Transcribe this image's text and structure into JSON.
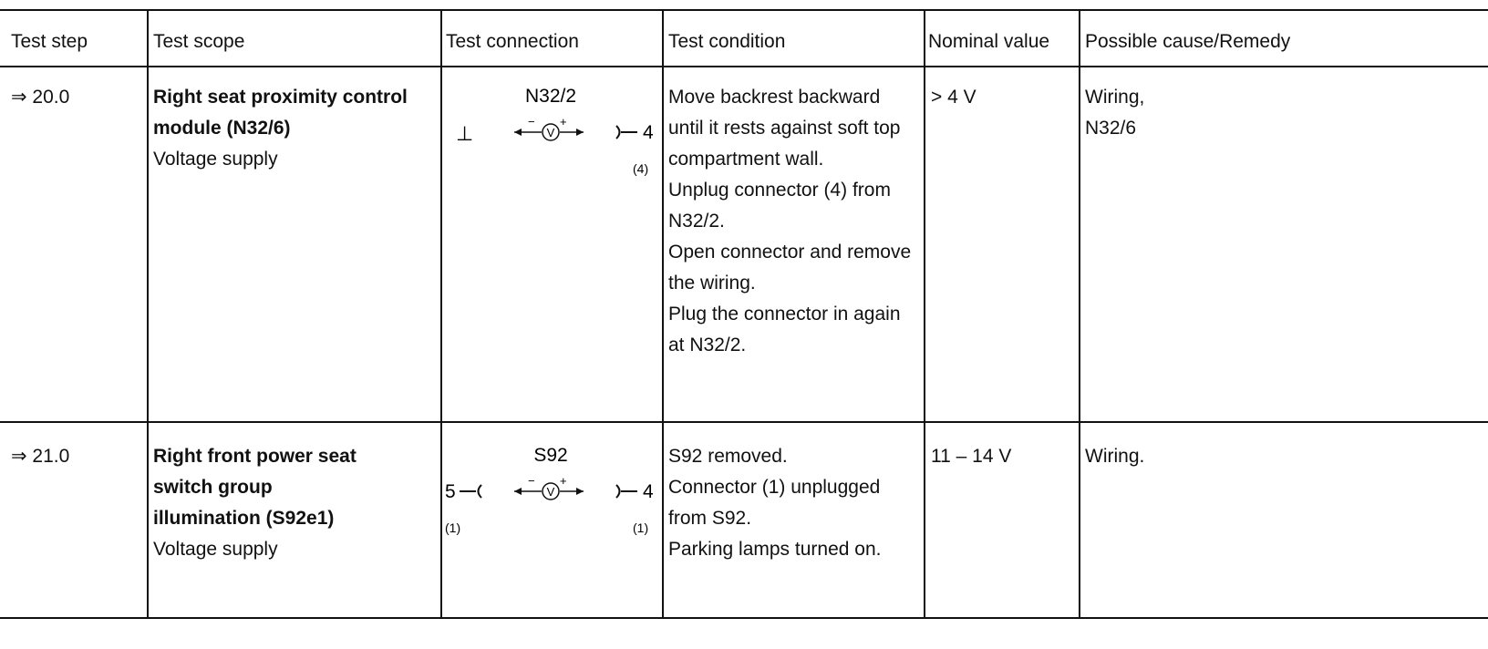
{
  "headers": {
    "test_step": "Test step",
    "test_scope": "Test scope",
    "test_connection": "Test connection",
    "test_condition": "Test condition",
    "nominal_value": "Nominal value",
    "cause_remedy": "Possible cause/Remedy"
  },
  "rows": [
    {
      "step": "⇒ 20.0",
      "scope_bold": [
        "Right seat proximity control",
        "module (N32/6)"
      ],
      "scope_plain": [
        "Voltage supply"
      ],
      "connection": {
        "component": "N32/2",
        "left_terminal": "⊥",
        "left_connector": "",
        "right_terminal": "4",
        "right_connector": "(4)"
      },
      "condition": [
        "Move backrest backward",
        "until it rests against soft top",
        "compartment wall.",
        "Unplug connector (4) from",
        "N32/2.",
        "Open connector and remove",
        "the wiring.",
        "Plug the connector in again",
        "at N32/2."
      ],
      "nominal": "> 4 V",
      "remedy": [
        "Wiring,",
        "N32/6"
      ]
    },
    {
      "step": "⇒ 21.0",
      "scope_bold": [
        "Right front power seat",
        "switch group",
        "illumination (S92e1)"
      ],
      "scope_plain": [
        "Voltage supply"
      ],
      "connection": {
        "component": "S92",
        "left_terminal": "5",
        "left_connector": "(1)",
        "right_terminal": "4",
        "right_connector": "(1)"
      },
      "condition": [
        "S92 removed.",
        "Connector (1) unplugged",
        "from S92.",
        "Parking lamps turned on."
      ],
      "nominal": "11 – 14 V",
      "remedy": [
        "Wiring."
      ]
    }
  ]
}
